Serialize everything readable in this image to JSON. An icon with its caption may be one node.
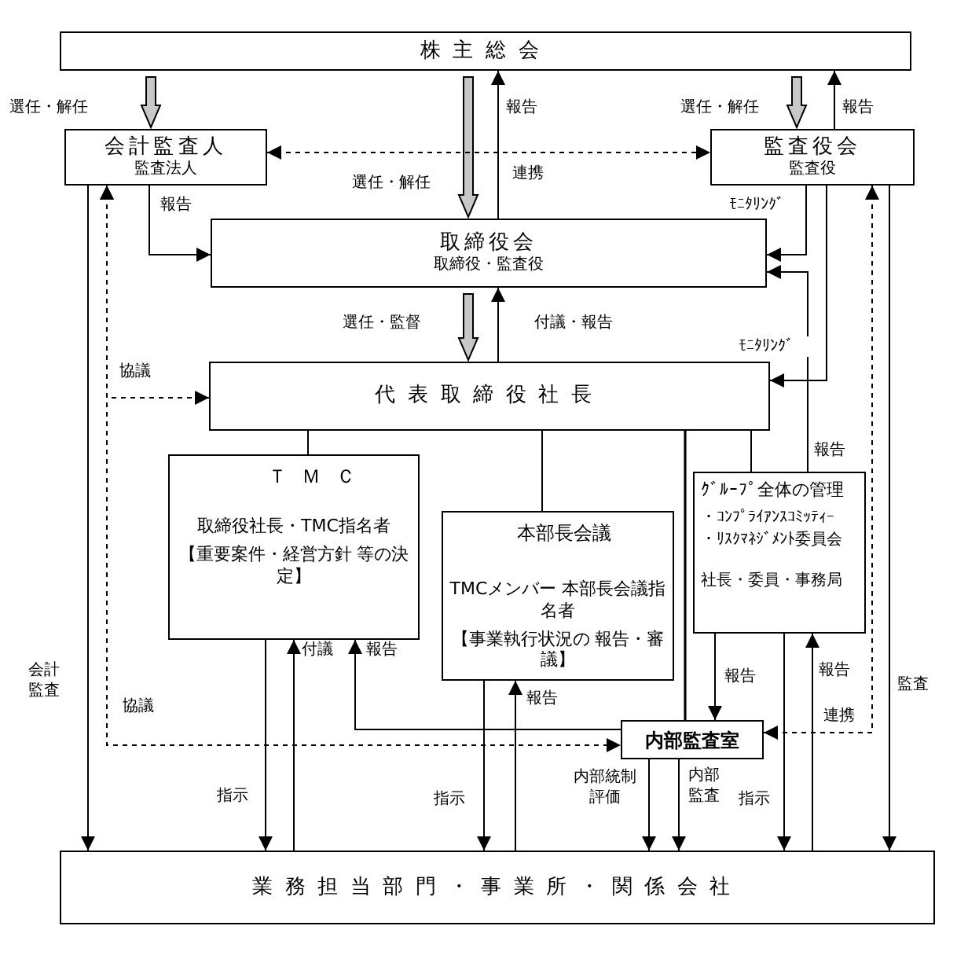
{
  "diagram": {
    "nodes": [
      {
        "text": [
          "株主総会"
        ]
      },
      {
        "text": [
          "会計監査人",
          "監査法人"
        ]
      },
      {
        "text": [
          "監査役会",
          "監査役"
        ]
      },
      {
        "text": [
          "取締役会",
          "取締役・監査役"
        ]
      },
      {
        "text": [
          "代表取締役社長"
        ]
      },
      {
        "text": [
          "ＴＭＣ",
          "取締役社長・TMC指名者",
          "【重要案件・経営方針 等の決定】"
        ]
      },
      {
        "text": [
          "本部長会議",
          "TMCメンバー 本部長会議指名者",
          "【事業執行状況の 報告・審議】"
        ]
      },
      {
        "text": [
          "ｸﾞﾙｰﾌﾟ全体の管理",
          "・ｺﾝﾌﾟﾗｲｱﾝｽｺﾐｯﾃｨｰ",
          "・ﾘｽｸﾏﾈｼﾞﾒﾝﾄ委員会",
          "社長・委員・事務局"
        ]
      },
      {
        "text": [
          "内部監査室"
        ]
      },
      {
        "text": [
          "業務担当部門・事業所・関係会社"
        ]
      }
    ],
    "edges": [
      {
        "from": 0,
        "to": 1,
        "arrow": "to",
        "style": "thick",
        "label": "選任・解任"
      },
      {
        "from": 0,
        "to": 3,
        "arrow": "to",
        "style": "thick",
        "label": "選任・解任"
      },
      {
        "from": 3,
        "to": 0,
        "arrow": "to",
        "label": "報告"
      },
      {
        "from": 0,
        "to": 2,
        "arrow": "to",
        "style": "thick",
        "label": "選任・解任"
      },
      {
        "from": 2,
        "to": 0,
        "arrow": "to",
        "label": "報告"
      },
      {
        "from": 1,
        "to": 2,
        "arrow": "both",
        "style": "dashed",
        "label": "連携"
      },
      {
        "from": 1,
        "to": 3,
        "arrow": "to",
        "label": "報告"
      },
      {
        "from": 2,
        "to": 3,
        "arrow": "to",
        "label": "ﾓﾆﾀﾘﾝｸﾞ"
      },
      {
        "from": 7,
        "to": 3,
        "arrow": "to",
        "label": "報告"
      },
      {
        "from": 2,
        "to": 4,
        "arrow": "to",
        "label": "ﾓﾆﾀﾘﾝｸﾞ"
      },
      {
        "from": 3,
        "to": 4,
        "arrow": "to",
        "style": "thick",
        "label": "選任・監督"
      },
      {
        "from": 4,
        "to": 3,
        "arrow": "to",
        "label": "付議・報告"
      },
      {
        "from": 1,
        "to": 4,
        "arrow": "both",
        "style": "dashed",
        "label": "協議"
      },
      {
        "from": 1,
        "to": 8,
        "arrow": "both",
        "style": "dashed",
        "label": "協議"
      },
      {
        "from": 4,
        "to": 5,
        "arrow": "none"
      },
      {
        "from": 4,
        "to": 6,
        "arrow": "none"
      },
      {
        "from": 4,
        "to": 8,
        "arrow": "none"
      },
      {
        "from": 4,
        "to": 7,
        "arrow": "none"
      },
      {
        "from": 1,
        "to": 9,
        "arrow": "to",
        "label": "会計監査"
      },
      {
        "from": 5,
        "to": 9,
        "arrow": "to",
        "label": "指示"
      },
      {
        "from": 9,
        "to": 5,
        "arrow": "to",
        "label": "付議"
      },
      {
        "from": 8,
        "to": 5,
        "arrow": "to",
        "label": "報告"
      },
      {
        "from": 6,
        "to": 9,
        "arrow": "to",
        "label": "指示"
      },
      {
        "from": 9,
        "to": 6,
        "arrow": "to",
        "label": "報告"
      },
      {
        "from": 8,
        "to": 9,
        "arrow": "to",
        "label": "内部統制評価"
      },
      {
        "from": 8,
        "to": 9,
        "arrow": "to",
        "label": "内部監査"
      },
      {
        "from": 7,
        "to": 8,
        "arrow": "to",
        "label": "報告"
      },
      {
        "from": 7,
        "to": 9,
        "arrow": "to",
        "label": "指示"
      },
      {
        "from": 9,
        "to": 7,
        "arrow": "to",
        "label": "報告"
      },
      {
        "from": 2,
        "to": 8,
        "arrow": "both",
        "style": "dashed",
        "label": "連携"
      },
      {
        "from": 2,
        "to": 9,
        "arrow": "to",
        "label": "監査"
      }
    ]
  }
}
